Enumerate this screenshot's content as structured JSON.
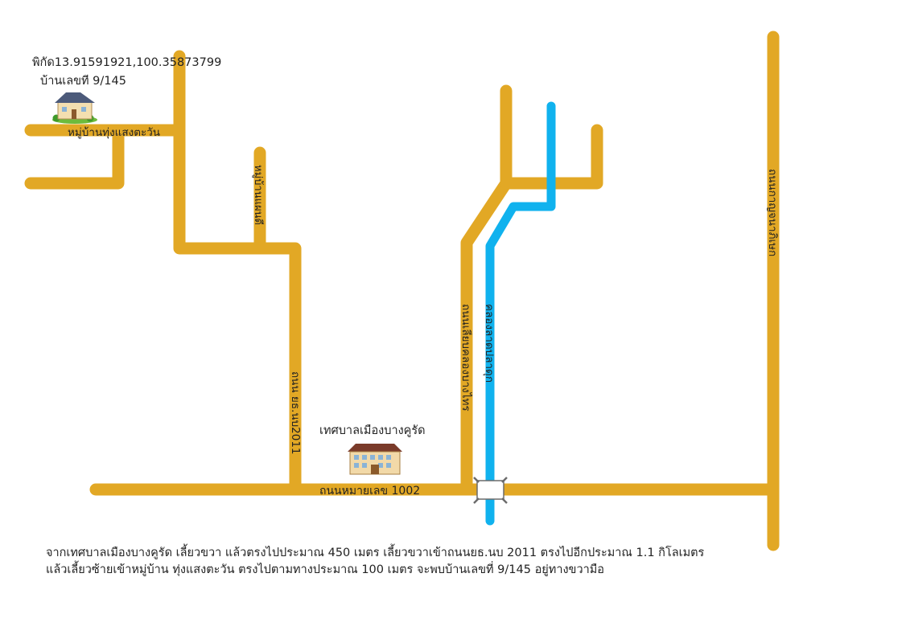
{
  "map": {
    "coordinates_label": "พิกัด13.91591921,100.35873799",
    "house_label": "บ้านเลขที 9/145",
    "village_road_label": "หมู่บ้านทุ่งแสงตะวัน",
    "small_village_label": "หมู่บ้านแผนดี",
    "road_2011_label": "ถนน ยธ.นบ2011",
    "municipality_label": "เทศบาลเมืองบางคูรัด",
    "main_road_label": "ถนนหมายเลข 1002",
    "canal_road_label": "ถนนเลียบคลองบางไทร",
    "canal_label": "คลองลาดปลาดุก",
    "east_road_label": "ถนนกาญจนาภิเษก"
  },
  "directions": {
    "line1": "จากเทศบาลเมืองบางคูรัด เลี้ยวขวา แล้วตรงไปประมาณ 450 เมตร เลี้ยวขวาเข้าถนนยธ.นบ 2011 ตรงไปอีกประมาณ 1.1 กิโลเมตร",
    "line2": "แล้วเลี้ยวซ้ายเข้าหมู่บ้าน ทุ่งแสงตะวัน ตรงไปตามทางประมาณ 100 เมตร จะพบบ้านเลขที่ 9/145 อยู่ทางขวามือ"
  },
  "colors": {
    "road": "#E2A825",
    "canal": "#10B2EE",
    "bridge": "#FFFFFF",
    "text": "#222222"
  },
  "icons": {
    "house": "house-icon",
    "municipality": "municipality-building-icon",
    "bridge": "bridge-icon"
  }
}
